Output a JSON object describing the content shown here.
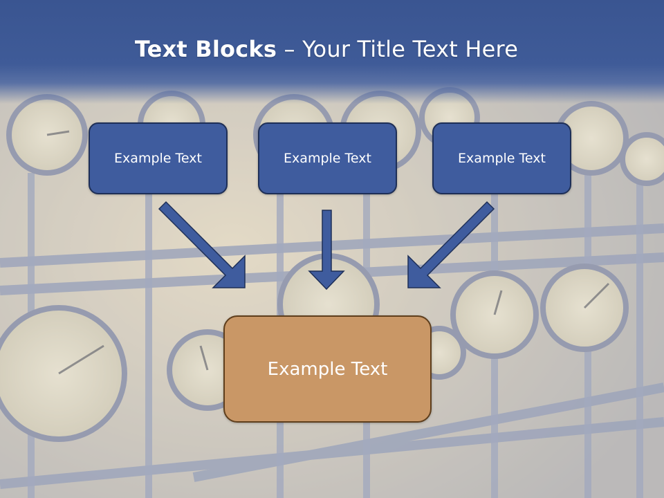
{
  "slide": {
    "title_bold": "Text Blocks",
    "title_separator": " – ",
    "title_rest": "Your Title Text Here"
  },
  "blocks": {
    "top": [
      "Example Text",
      "Example Text",
      "Example Text"
    ],
    "bottom": "Example Text"
  },
  "colors": {
    "title_bar": "#3f5b98",
    "top_block_fill": "#3f5c9e",
    "top_block_border": "#1e2f57",
    "bottom_block_fill": "#c99766",
    "bottom_block_border": "#5e3e1c",
    "arrow_fill": "#3f5c9e",
    "arrow_border": "#1e2f57"
  }
}
